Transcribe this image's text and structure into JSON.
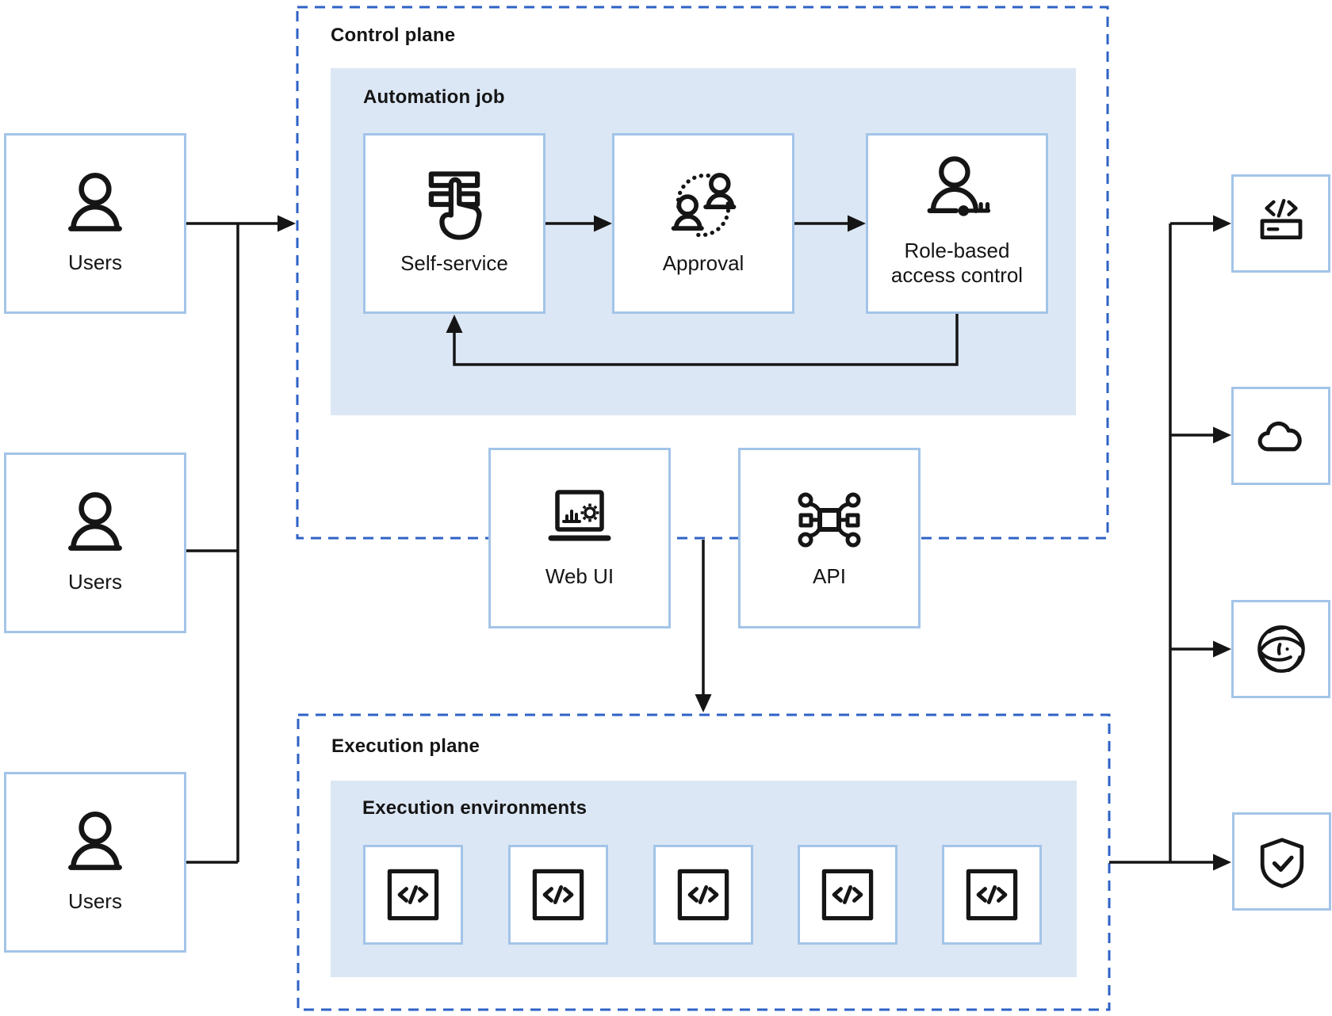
{
  "colors": {
    "plane_dash_border": "#2e62c6",
    "group_fill": "#dce7f5",
    "node_border": "#a3c4e8",
    "line": "#151515"
  },
  "users_nodes": [
    {
      "label": "Users",
      "icon": "user-icon"
    },
    {
      "label": "Users",
      "icon": "user-icon"
    },
    {
      "label": "Users",
      "icon": "user-icon"
    }
  ],
  "control_plane": {
    "title": "Control plane"
  },
  "automation_job": {
    "title": "Automation job",
    "steps": [
      {
        "label": "Self-service",
        "icon": "self-service-hand-icon"
      },
      {
        "label": "Approval",
        "icon": "approval-exchange-icon"
      },
      {
        "label": "Role-based access control",
        "icon": "user-key-icon"
      }
    ]
  },
  "interfaces": [
    {
      "label": "Web UI",
      "icon": "laptop-chart-gear-icon"
    },
    {
      "label": "API",
      "icon": "api-nodes-icon"
    }
  ],
  "execution_plane": {
    "title": "Execution plane"
  },
  "execution_environments": {
    "title": "Execution environments",
    "items": [
      {
        "icon": "code-box-icon"
      },
      {
        "icon": "code-box-icon"
      },
      {
        "icon": "code-box-icon"
      },
      {
        "icon": "code-box-icon"
      },
      {
        "icon": "code-box-icon"
      }
    ]
  },
  "targets": [
    {
      "icon": "code-terminal-icon"
    },
    {
      "icon": "cloud-icon"
    },
    {
      "icon": "sphere-swirl-icon"
    },
    {
      "icon": "shield-check-icon"
    }
  ]
}
